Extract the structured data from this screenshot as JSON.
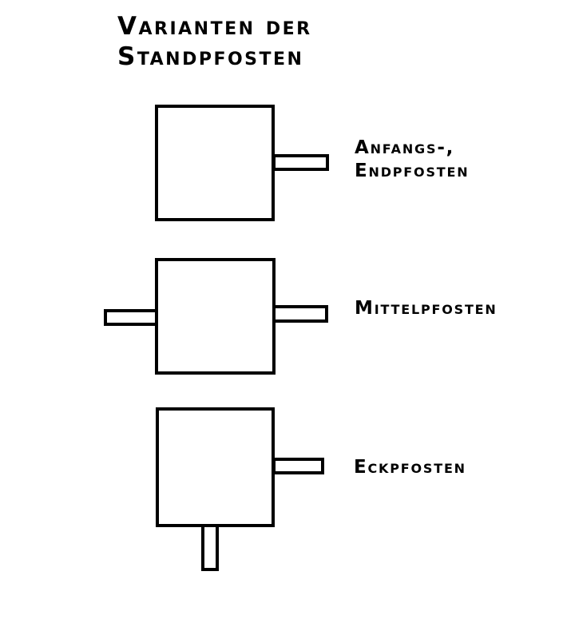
{
  "title": {
    "line1": "Varianten der",
    "line2": "Standpfosten"
  },
  "variants": [
    {
      "label_line1": "Anfangs-,",
      "label_line2": "Endpfosten"
    },
    {
      "label": "Mittelpfosten"
    },
    {
      "label": "Eckpfosten"
    }
  ],
  "colors": {
    "stroke": "#000000",
    "background": "#ffffff"
  }
}
